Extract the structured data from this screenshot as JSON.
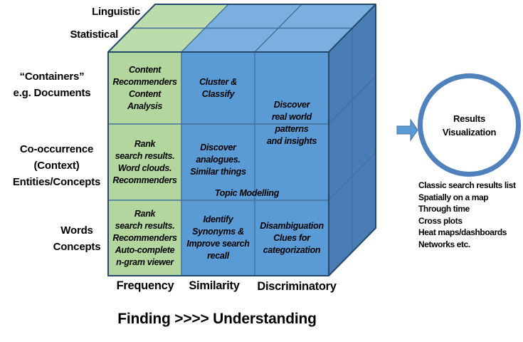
{
  "colors": {
    "green-front": "#b2d69e",
    "green-top": "#bddcab",
    "blue-front": "#5b9bd5",
    "blue-top": "#7bafe0",
    "blue-side": "#4a7db6",
    "grid-line": "#41719c",
    "edge": "#24486e",
    "accent": "#4f81bd",
    "arrow-fill": "#5b9bd5",
    "text": "#000000"
  },
  "top_axis": {
    "back": "Linguistic",
    "front": "Statistical"
  },
  "left_axis": {
    "row1": "“Containers”\ne.g. Documents",
    "row2": "Co-occurrence\n(Context)\nEntities/Concepts",
    "row3": "Words\nConcepts"
  },
  "bottom_axis": {
    "col1": "Frequency",
    "col2": "Similarity",
    "col3": "Discriminatory"
  },
  "cells": {
    "r1c1": "Content\nRecommenders\nContent\nAnalysis",
    "r1c2": "Cluster &\nClassify",
    "r1c3": "Discover\nreal world\npatterns\nand insights",
    "r2c1": "Rank\nsearch results.\nWord clouds.\nRecommenders",
    "r2c2": "Discover\nanalogues.\nSimilar things",
    "r2_span": "Topic Modelling",
    "r3c1": "Rank\nsearch results.\nRecommenders\nAuto-complete\nn-gram viewer",
    "r3c2": "Identify\nSynonyms &\nImprove search\nrecall",
    "r3c3": "Disambiguation\nClues for\ncategorization"
  },
  "caption": "Finding >>>> Understanding",
  "results": {
    "title": "Results\nVisualization",
    "items": [
      "Classic search results list",
      "Spatially on a map",
      "Through time",
      "Cross plots",
      "Heat maps/dashboards",
      "Networks etc."
    ]
  }
}
